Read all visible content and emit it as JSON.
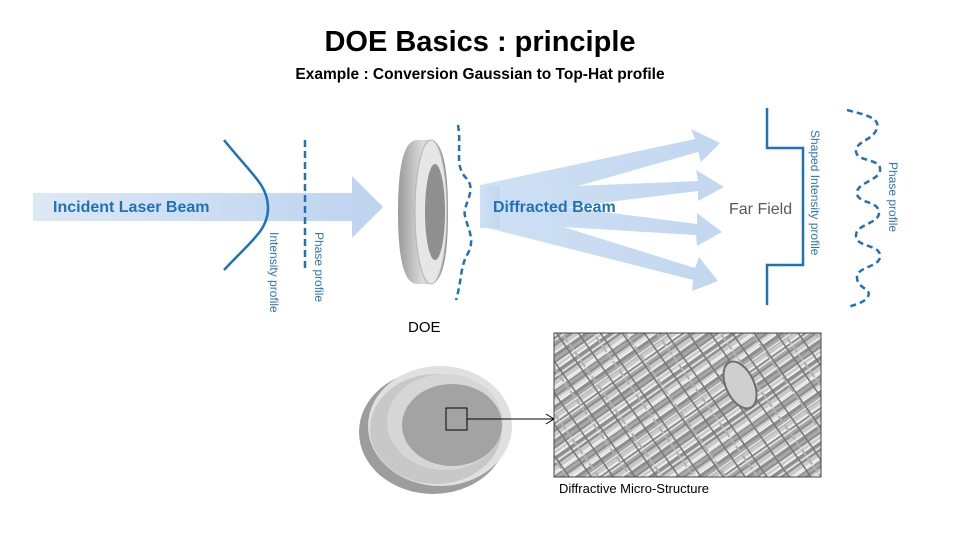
{
  "title": "DOE Basics : principle",
  "subtitle": "Example : Conversion Gaussian to Top-Hat profile",
  "labels": {
    "incident_beam": "Incident Laser Beam",
    "intensity_profile": "Intensity profile",
    "phase_profile_input": "Phase profile",
    "diffracted_beam": "Diffracted Beam",
    "far_field": "Far Field",
    "shaped_intensity_profile": "Shaped Intensity profile",
    "phase_profile_output": "Phase profile",
    "doe": "DOE",
    "micro_structure_caption": "Diffractive Micro-Structure"
  },
  "colors": {
    "beam_fill": "#c5d9f1",
    "profile_line": "#1f72b8",
    "label_blue": "#2e75b6",
    "disc_gray": "#d9d9d9"
  }
}
